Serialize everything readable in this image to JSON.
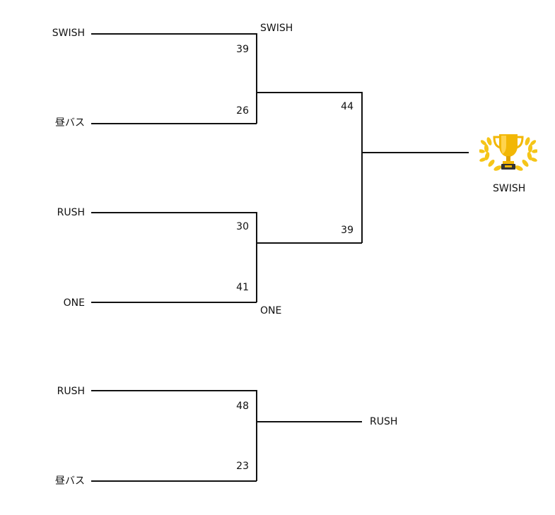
{
  "main_bracket": {
    "round1": [
      {
        "team_top": "SWISH",
        "score_top": "39",
        "team_bottom": "昼バス",
        "score_bottom": "26",
        "winner": "SWISH"
      },
      {
        "team_top": "RUSH",
        "score_top": "30",
        "team_bottom": "ONE",
        "score_bottom": "41",
        "winner": "ONE"
      }
    ],
    "final": {
      "score_top": "44",
      "score_bottom": "39"
    },
    "champion": "SWISH",
    "champion_icon": "trophy-icon"
  },
  "third_place": {
    "team_top": "RUSH",
    "score_top": "48",
    "team_bottom": "昼バス",
    "score_bottom": "23",
    "winner": "RUSH"
  },
  "colors": {
    "line": "#111111",
    "trophy_gold": "#f2b705",
    "laurel": "#f5c518"
  }
}
